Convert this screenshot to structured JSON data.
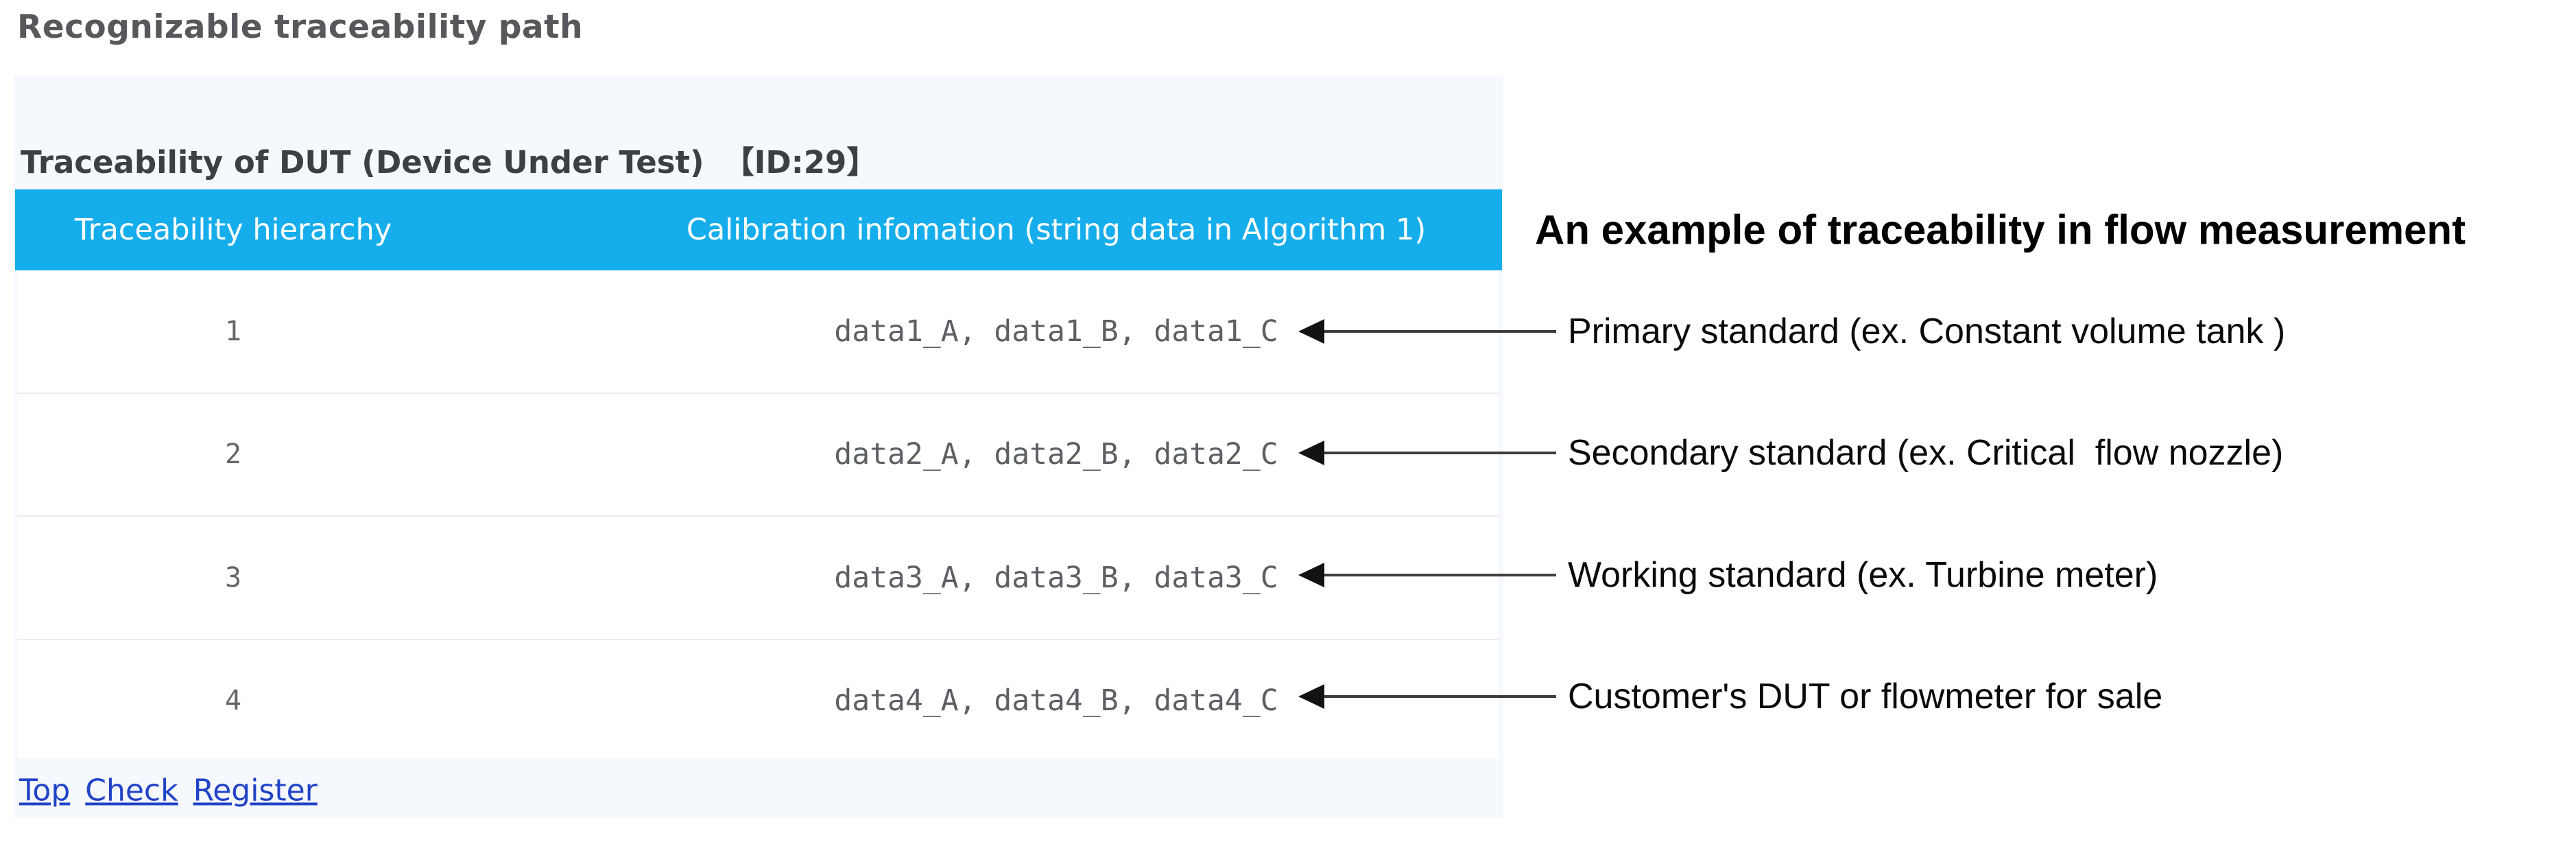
{
  "page": {
    "title": "Recognizable traceability path"
  },
  "card": {
    "title": "Traceability of DUT (Device Under Test)",
    "id_badge": "【ID:29】"
  },
  "table": {
    "header": {
      "col1": "Traceability hierarchy",
      "col2": "Calibration infomation (string data in Algorithm 1)"
    },
    "rows": [
      {
        "hierarchy": "1",
        "calibration": "data1_A, data1_B, data1_C"
      },
      {
        "hierarchy": "2",
        "calibration": "data2_A, data2_B, data2_C"
      },
      {
        "hierarchy": "3",
        "calibration": "data3_A, data3_B, data3_C"
      },
      {
        "hierarchy": "4",
        "calibration": "data4_A, data4_B, data4_C"
      }
    ]
  },
  "annotations": {
    "heading": "An example of traceability in flow measurement",
    "items": [
      "Primary standard (ex. Constant volume tank )",
      "Secondary standard (ex. Critical  flow nozzle)",
      "Working standard (ex. Turbine meter)",
      "Customer's DUT or flowmeter for sale"
    ]
  },
  "footer": {
    "links": [
      "Top",
      "Check",
      "Register"
    ]
  },
  "colors": {
    "table_header_bg": "#16adec",
    "table_header_text": "#ffffff",
    "panel_bg": "#f5f8fc",
    "link": "#2143c8",
    "arrow": "#1a1a1a",
    "data_text": "#5c5f63",
    "title_text": "#56585b"
  }
}
